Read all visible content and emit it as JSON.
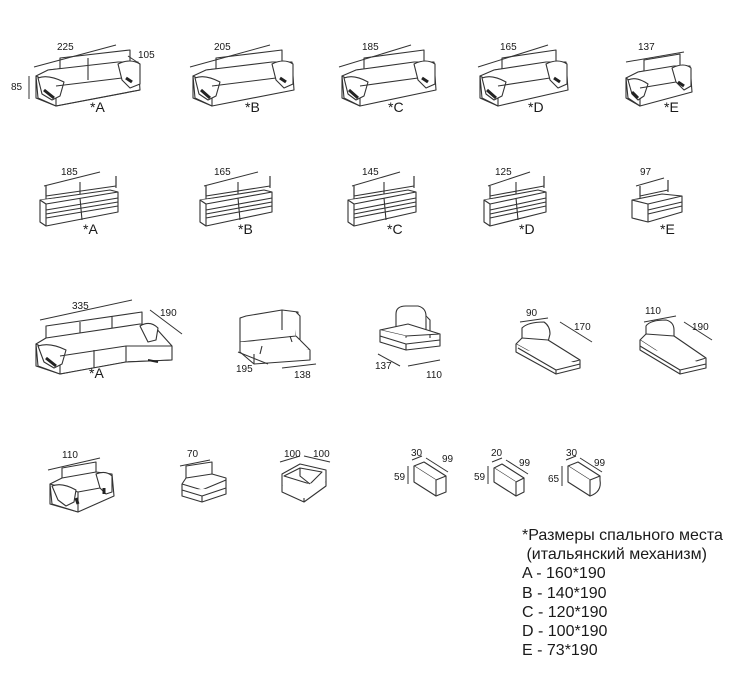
{
  "row1": [
    {
      "dims": [
        "225",
        "105"
      ],
      "height": "85",
      "label": "*A"
    },
    {
      "dims": [
        "205"
      ],
      "label": "*B"
    },
    {
      "dims": [
        "185"
      ],
      "label": "*C"
    },
    {
      "dims": [
        "165"
      ],
      "label": "*D"
    },
    {
      "dims": [
        "137"
      ],
      "label": "*E"
    }
  ],
  "row2": [
    {
      "dims": [
        "185"
      ],
      "label": "*A"
    },
    {
      "dims": [
        "165"
      ],
      "label": "*B"
    },
    {
      "dims": [
        "145"
      ],
      "label": "*C"
    },
    {
      "dims": [
        "125"
      ],
      "label": "*D"
    },
    {
      "dims": [
        "97"
      ],
      "label": "*E"
    }
  ],
  "row3": [
    {
      "dims": [
        "335",
        "190"
      ],
      "label": "*A"
    },
    {
      "dims": [
        "195",
        "138"
      ]
    },
    {
      "dims": [
        "137",
        "110"
      ]
    },
    {
      "dims": [
        "90",
        "170"
      ]
    },
    {
      "dims": [
        "110",
        "190"
      ]
    }
  ],
  "row4": [
    {
      "dims": [
        "110"
      ]
    },
    {
      "dims": [
        "70"
      ]
    },
    {
      "dims": [
        "100",
        "100"
      ]
    },
    {
      "dims": [
        "30",
        "99",
        "59"
      ]
    },
    {
      "dims": [
        "20",
        "99",
        "59"
      ]
    },
    {
      "dims": [
        "30",
        "99",
        "65"
      ]
    }
  ],
  "legend": {
    "title": "*Размеры спального места",
    "subtitle": " (итальянский механизм)",
    "items": [
      "A - 160*190",
      "B - 140*190",
      "C - 120*190",
      "D - 100*190",
      "E - 73*190"
    ]
  }
}
